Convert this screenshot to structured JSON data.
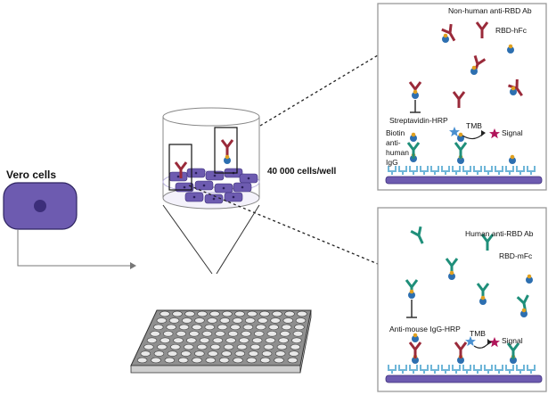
{
  "left": {
    "cell_label": "Vero cells",
    "cells_per_well": "40 000 cells/well"
  },
  "top_panel": {
    "ab_label": "Non-human anti-RBD Ab",
    "probe_label": "RBD-hFc",
    "detector_label": "Streptavidin-HRP",
    "secondary_label_1": "Biotin",
    "secondary_label_2": "anti-",
    "secondary_label_3": "human",
    "secondary_label_4": "IgG",
    "substrate_label": "TMB",
    "signal_label": "Signal"
  },
  "bottom_panel": {
    "ab_label": "Human anti-RBD Ab",
    "probe_label": "RBD-mFc",
    "detector_label": "Anti-mouse IgG-HRP",
    "substrate_label": "TMB",
    "signal_label": "Signal"
  },
  "colors": {
    "cell_fill": "#6d5bb0",
    "cell_dark": "#3c2e7a",
    "antibody_red": "#9a2a3a",
    "antibody_teal": "#1f8f7a",
    "rbd_blue": "#2d6fb0",
    "rbd_gold": "#e0a020",
    "receptor": "#6fb6d8",
    "signal_star": "#b0145a",
    "tmb_star": "#4a90d0"
  },
  "icons": {
    "star": "star-icon",
    "antibody": "antibody-icon",
    "receptor": "ace2-receptor-icon"
  }
}
